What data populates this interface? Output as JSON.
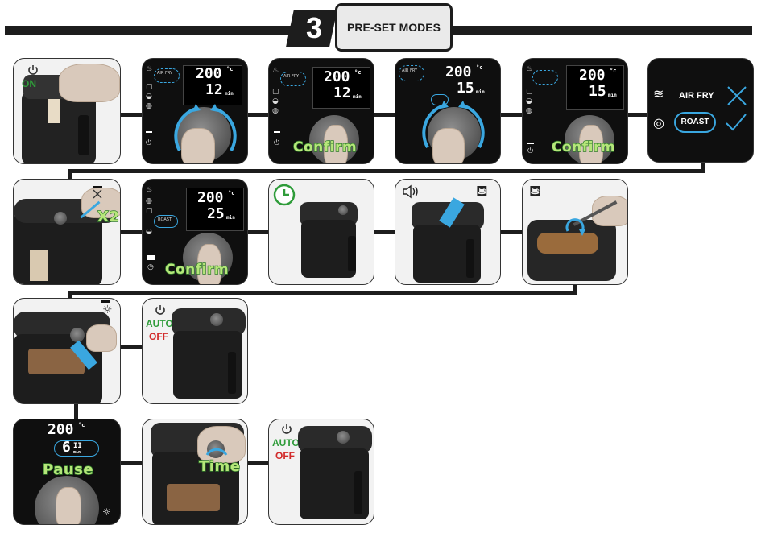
{
  "header": {
    "step_number": "3",
    "title": "PRE-SET MODES"
  },
  "display": {
    "temp_200": "200",
    "unit_c": "°c",
    "time_12": "12",
    "time_15": "15",
    "time_25": "25",
    "time_6": "6",
    "unit_min": "min"
  },
  "modes": {
    "air_fry": "AIR FRY",
    "air_fry_small": "AIR FRY",
    "roast": "ROAST",
    "roast_small": "ROAST"
  },
  "labels": {
    "on": "ON",
    "confirm": "Confirm",
    "x2": "X2",
    "auto": "AUTO",
    "off": "OFF",
    "pause": "Pause",
    "time": "Time"
  },
  "colors": {
    "accent_blue": "#3aa7e0",
    "green_label": "#2f9c3a",
    "red_label": "#d22a2a",
    "confirm_fill": "#b6e67a"
  },
  "icons": [
    "power-icon",
    "clock-icon",
    "speaker-icon",
    "lamp-icon",
    "check-icon",
    "cross-icon",
    "minus-icon",
    "food-icon",
    "fan-icon"
  ]
}
